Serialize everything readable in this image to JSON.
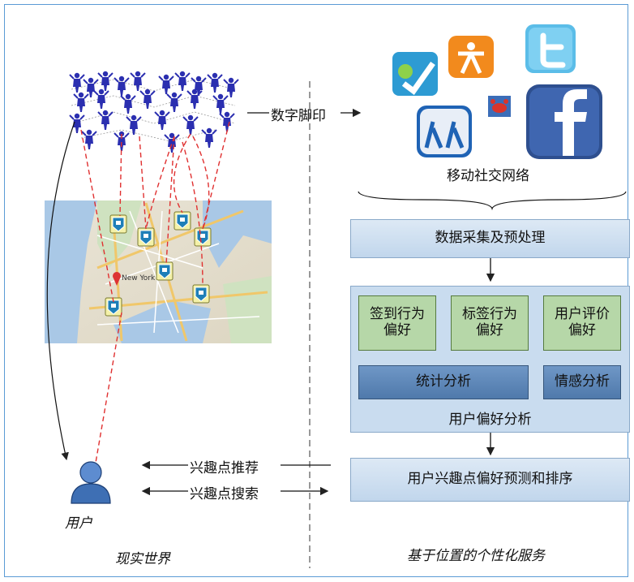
{
  "labels": {
    "digital_footprint": "数字脚印",
    "mobile_social_network": "移动社交网络",
    "data_collection": "数据采集及预处理",
    "checkin_pref": "签到行为\n偏好",
    "tag_pref": "标签行为\n偏好",
    "rating_pref": "用户评价\n偏好",
    "statistical_analysis": "统计分析",
    "sentiment_analysis": "情感分析",
    "user_pref_analysis": "用户偏好分析",
    "poi_prediction": "用户兴趣点偏好预测和排序",
    "poi_recommend": "兴趣点推荐",
    "poi_search": "兴趣点搜索",
    "user": "用户",
    "real_world": "现实世界",
    "location_service": "基于位置的个性化服务",
    "map_city": "New York"
  },
  "icons": [
    "people-network-icon",
    "city-map-image",
    "location-pin-icon",
    "user-avatar-icon",
    "foursquare-icon",
    "kaixin-icon",
    "twitter-icon",
    "crab-icon",
    "renren-icon",
    "facebook-icon"
  ],
  "colors": {
    "frame": "#5b9bd5",
    "dashed_link": "#e03030",
    "box_blue": "#c9dcef",
    "box_green": "#b6d7a8",
    "box_dark": "#5a84b6"
  }
}
